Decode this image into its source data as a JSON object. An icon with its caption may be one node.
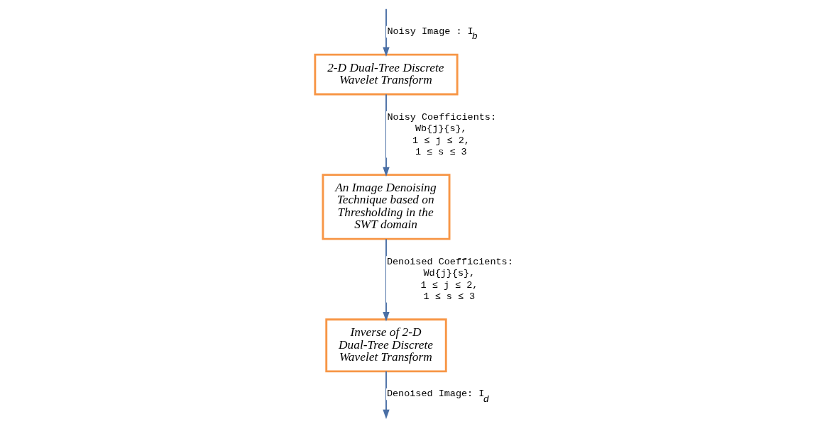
{
  "diagram": {
    "nodes": [
      {
        "text": [
          "2-D Dual-Tree Discrete Wavelet Transform"
        ]
      },
      {
        "text": [
          "An Image Denoising Technique based on Thresholding in the SWT domain"
        ]
      },
      {
        "text": [
          "Inverse of 2-D Dual-Tree Discrete Wavelet Transform"
        ]
      }
    ],
    "edges": [
      {
        "from": null,
        "to": 0,
        "arrow": "to",
        "label": "Noisy Image : I$_{b}$"
      },
      {
        "from": 0,
        "to": 1,
        "arrow": "to",
        "label": "Noisy Coefficients: Wb{j}{s}, 1 ≤ j ≤ 2, 1 ≤ s ≤ 3"
      },
      {
        "from": 1,
        "to": 2,
        "arrow": "to",
        "label": "Denoised Coefficients: Wd{j}{s}, 1 ≤ j ≤ 2, 1 ≤ s ≤ 3"
      },
      {
        "from": 2,
        "to": null,
        "arrow": "to",
        "label": "Denoised Image: I$_{d}$"
      }
    ]
  }
}
